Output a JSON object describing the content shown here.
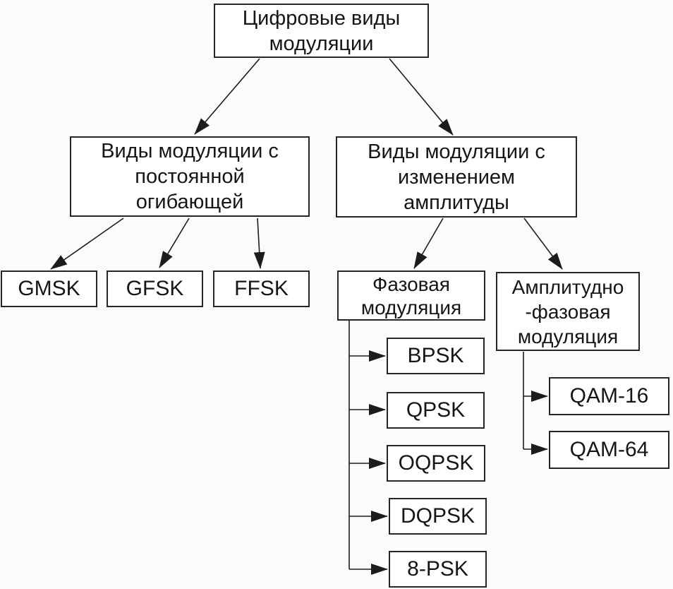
{
  "colors": {
    "background": "#fbfbfb",
    "box_fill": "#ffffff",
    "box_border": "#262626",
    "text": "#161616",
    "connector": "#1c1c1c"
  },
  "nodes": {
    "root": {
      "lines": [
        "Цифровые виды",
        "модуляции"
      ]
    },
    "constant_envelope": {
      "lines": [
        "Виды модуляции с",
        "постоянной",
        "огибающей"
      ]
    },
    "amplitude_change": {
      "lines": [
        "Виды модуляции с",
        "изменением",
        "амплитуды"
      ]
    },
    "gmsk": {
      "lines": [
        "GMSK"
      ]
    },
    "gfsk": {
      "lines": [
        "GFSK"
      ]
    },
    "ffsk": {
      "lines": [
        "FFSK"
      ]
    },
    "phase_modulation": {
      "lines": [
        "Фазовая",
        "модуляция"
      ]
    },
    "amplitude_phase_modulation": {
      "lines": [
        "Амплитудно",
        "-фазовая",
        "модуляция"
      ]
    },
    "bpsk": {
      "lines": [
        "BPSK"
      ]
    },
    "qpsk": {
      "lines": [
        "QPSK"
      ]
    },
    "oqpsk": {
      "lines": [
        "OQPSK"
      ]
    },
    "dqpsk": {
      "lines": [
        "DQPSK"
      ]
    },
    "psk8": {
      "lines": [
        "8-PSK"
      ]
    },
    "qam16": {
      "lines": [
        "QAM-16"
      ]
    },
    "qam64": {
      "lines": [
        "QAM-64"
      ]
    }
  }
}
